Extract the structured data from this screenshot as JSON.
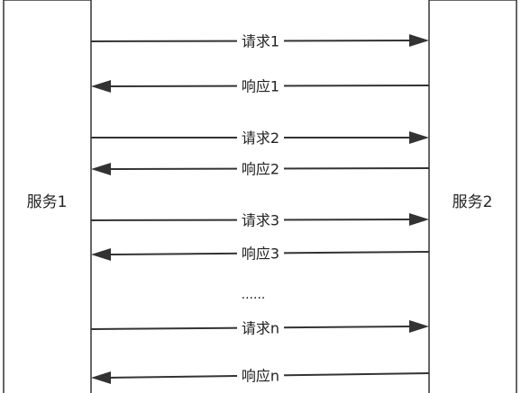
{
  "left_box": {
    "label": "服务1"
  },
  "right_box": {
    "label": "服务2"
  },
  "messages": [
    {
      "label": "请求1",
      "direction": "right"
    },
    {
      "label": "响应1",
      "direction": "left"
    },
    {
      "label": "请求2",
      "direction": "right"
    },
    {
      "label": "响应2",
      "direction": "left"
    },
    {
      "label": "请求3",
      "direction": "right"
    },
    {
      "label": "响应3",
      "direction": "left"
    },
    {
      "label": "请求n",
      "direction": "right"
    },
    {
      "label": "响应n",
      "direction": "left"
    }
  ],
  "ellipsis": "......"
}
